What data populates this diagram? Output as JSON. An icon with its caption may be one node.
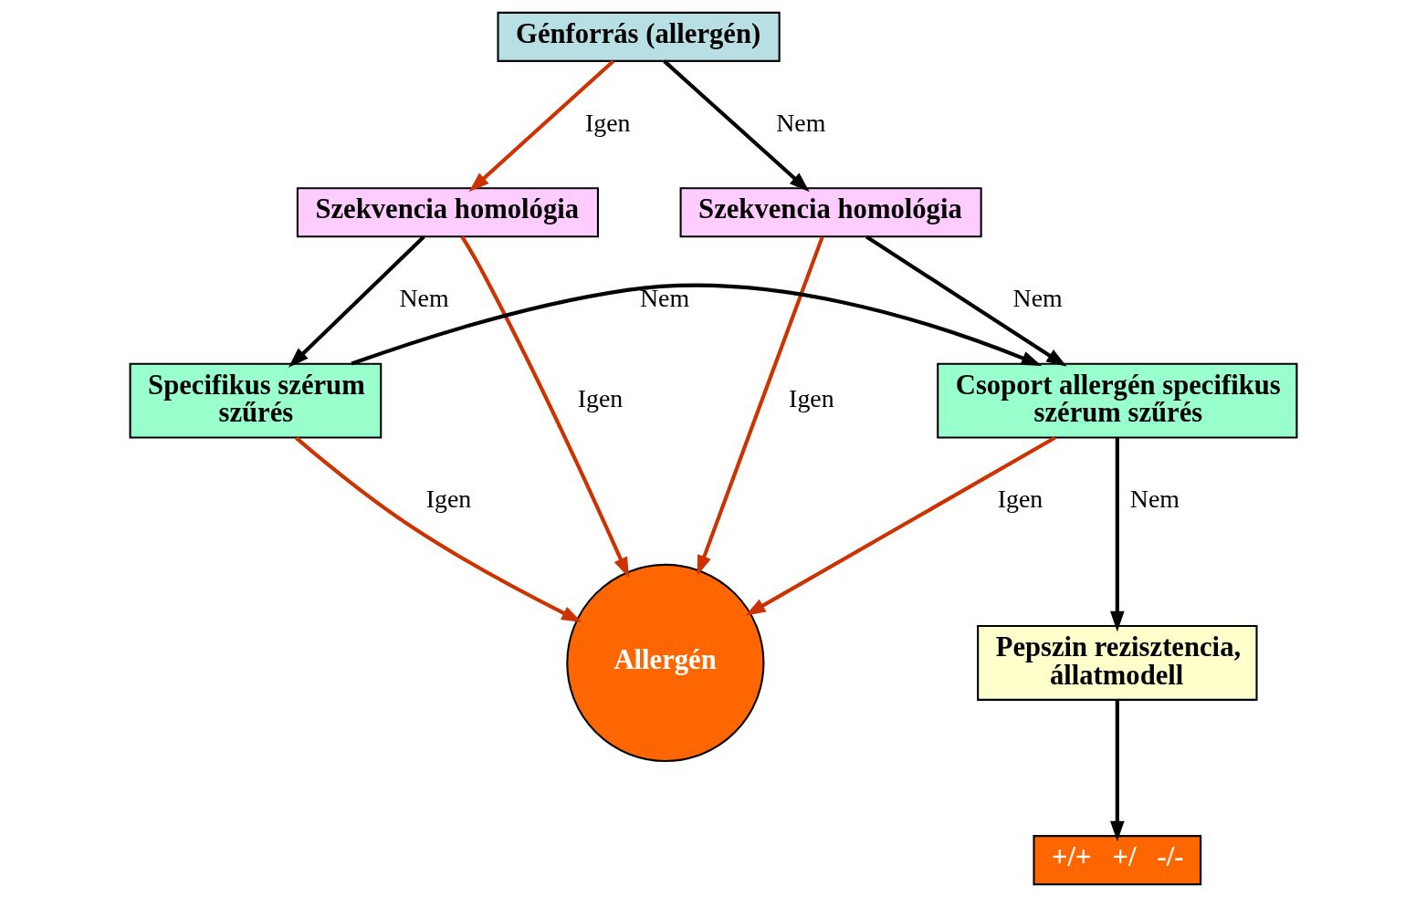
{
  "diagram": {
    "nodes": [
      {
        "text": [
          "Génforrás (allergén)"
        ]
      },
      {
        "text": [
          "Szekvencia homológia"
        ]
      },
      {
        "text": [
          "Szekvencia homológia"
        ]
      },
      {
        "text": [
          "Specifikus szérum szűrés"
        ]
      },
      {
        "text": [
          "Csoport allergén specifikus szérum szűrés"
        ]
      },
      {
        "text": [
          "Allergén"
        ]
      },
      {
        "text": [
          "Pepszin rezisztencia, állatmodell"
        ]
      },
      {
        "text": [
          "+/+   +/   -/-"
        ]
      }
    ],
    "edges": [
      {
        "from": 0,
        "to": 1,
        "arrow": "to",
        "label": "Igen",
        "color": "#cc3300"
      },
      {
        "from": 0,
        "to": 2,
        "arrow": "to",
        "label": "Nem"
      },
      {
        "from": 1,
        "to": 5,
        "arrow": "to",
        "label": "Igen",
        "color": "#cc3300"
      },
      {
        "from": 1,
        "to": 3,
        "arrow": "to",
        "label": "Nem"
      },
      {
        "from": 2,
        "to": 5,
        "arrow": "to",
        "label": "Igen",
        "color": "#cc3300"
      },
      {
        "from": 2,
        "to": 4,
        "arrow": "to",
        "label": "Nem"
      },
      {
        "from": 3,
        "to": 4,
        "arrow": "to",
        "label": "Nem"
      },
      {
        "from": 3,
        "to": 5,
        "arrow": "to",
        "label": "Igen",
        "color": "#cc3300"
      },
      {
        "from": 4,
        "to": 5,
        "arrow": "to",
        "label": "Igen",
        "color": "#cc3300"
      },
      {
        "from": 4,
        "to": 6,
        "arrow": "to",
        "label": "Nem"
      },
      {
        "from": 6,
        "to": 7,
        "arrow": "to"
      }
    ]
  }
}
